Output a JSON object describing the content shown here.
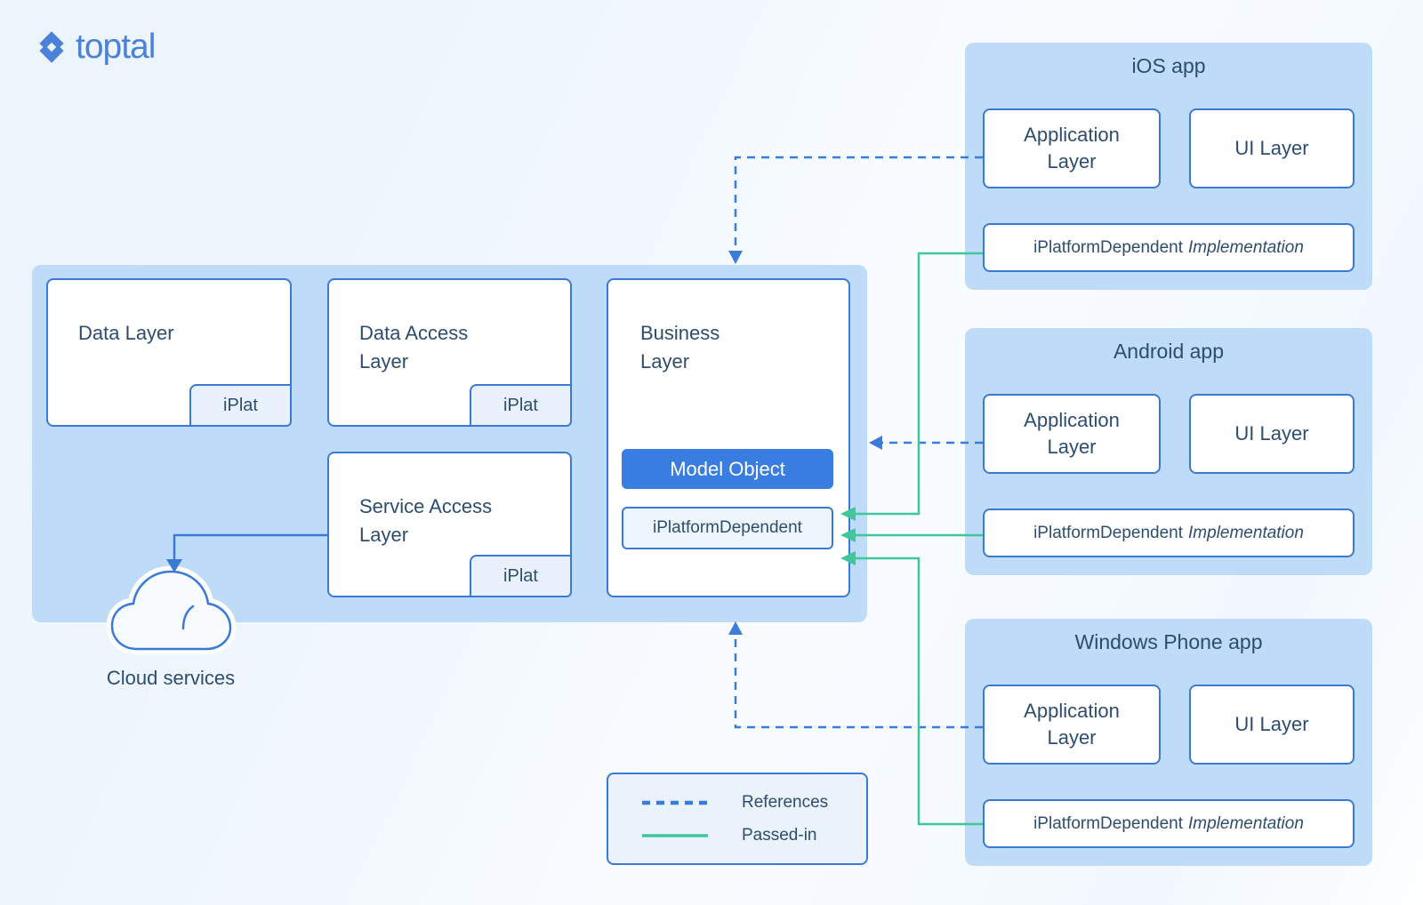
{
  "brand": {
    "logo_text": "toptal"
  },
  "core": {
    "data_layer": {
      "title": "Data Layer",
      "badge": "iPlat"
    },
    "data_access_layer": {
      "title": "Data Access Layer",
      "badge": "iPlat"
    },
    "service_access_layer": {
      "title": "Service Access Layer",
      "badge": "iPlat"
    },
    "business_layer": {
      "title": "Business Layer",
      "model_object": "Model Object",
      "interface": "iPlatformDependent"
    }
  },
  "cloud": {
    "label": "Cloud services"
  },
  "legend": {
    "references_label": "References",
    "passed_in_label": "Passed-in"
  },
  "apps": [
    {
      "title": "iOS app",
      "application_layer": "Application Layer",
      "ui_layer": "UI Layer",
      "implementation_interface": "iPlatformDependent",
      "implementation_word": "Implementation"
    },
    {
      "title": "Android app",
      "application_layer": "Application Layer",
      "ui_layer": "UI Layer",
      "implementation_interface": "iPlatformDependent",
      "implementation_word": "Implementation"
    },
    {
      "title": "Windows Phone app",
      "application_layer": "Application Layer",
      "ui_layer": "UI Layer",
      "implementation_interface": "iPlatformDependent",
      "implementation_word": "Implementation"
    }
  ],
  "colors": {
    "container_fill": "#bedcf7",
    "box_border_blue": "#3a7ad6",
    "dashed_reference_blue": "#3b7cd8",
    "model_object_blue": "#3a7de0",
    "passed_in_green": "#3fc69a",
    "navy_text": "#2e4d6e",
    "logo_blue": "#4a81d9",
    "badge_fill": "#e9f2fc"
  }
}
